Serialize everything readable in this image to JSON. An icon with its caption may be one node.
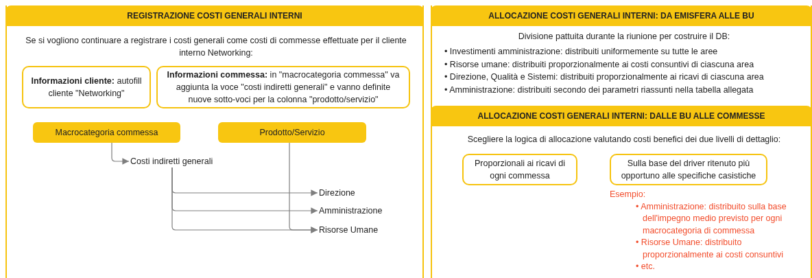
{
  "diagram": {
    "nodes": [
      {
        "text": [
          "REGISTRAZIONE COSTI GENERALI INTERNI",
          "Se si vogliono continuare a registrare i costi generali come costi di commesse effettuate per il cliente interno Networking:"
        ]
      },
      {
        "text": [
          "**Informazioni cliente:** autofill cliente \"Networking\""
        ],
        "in": 0
      },
      {
        "text": [
          "**Informazioni commessa:** in \"macrocategoria commessa\" va aggiunta la voce \"costi indiretti generali\" e vanno definite nuove sotto-voci per la colonna \"prodotto/servizio\""
        ],
        "in": 0
      },
      {
        "text": [
          "Macrocategoria commessa"
        ],
        "in": 0
      },
      {
        "text": [
          "Prodotto/Servizio"
        ],
        "in": 0
      },
      {
        "text": [
          "Costi indiretti generali"
        ],
        "in": 0
      },
      {
        "text": [
          "Direzione"
        ],
        "in": 0
      },
      {
        "text": [
          "Amministrazione"
        ],
        "in": 0
      },
      {
        "text": [
          "Risorse Umane"
        ],
        "in": 0
      },
      {
        "text": [
          "ALLOCAZIONE COSTI GENERALI INTERNI: DA EMISFERA ALLE BU",
          "Divisione pattuita durante la riunione per costruire il DB:",
          "• Investimenti amministrazione: distribuiti uniformemente su tutte le aree",
          "• Risorse umane: distribuiti proporzionalmente ai costi consuntivi di ciascuna area",
          "• Direzione, Qualità e Sistemi: distribuiti proporzionalmente ai ricavi di ciascuna area",
          "• Amministrazione: distribuiti secondo dei parametri riassunti nella tabella allegata"
        ]
      },
      {
        "text": [
          "ALLOCAZIONE COSTI GENERALI INTERNI: DALLE BU ALLE COMMESSE",
          "Scegliere la logica di allocazione valutando costi benefici dei due livelli di dettaglio:"
        ]
      },
      {
        "text": [
          "Proporzionali ai ricavi di ogni commessa"
        ],
        "in": 10
      },
      {
        "text": [
          "Sulla base del driver ritenuto più opportuno alle specifiche casistiche"
        ],
        "in": 10,
        "beside": [
          "Esempio:",
          "• Amministrazione: distribuito sulla base dell'impegno medio previsto per ogni macrocategoria di commessa",
          "• Risorse Umane: distribuito proporzionalmente ai costi consuntivi",
          "• etc."
        ]
      }
    ],
    "edges": [
      {
        "from": 3,
        "to": 5,
        "arrow": "to"
      },
      {
        "from": 5,
        "to": 6,
        "arrow": "to"
      },
      {
        "from": 5,
        "to": 7,
        "arrow": "to"
      },
      {
        "from": 5,
        "to": 8,
        "arrow": "to"
      },
      {
        "from": 4,
        "to": 8,
        "arrow": "to"
      }
    ]
  }
}
